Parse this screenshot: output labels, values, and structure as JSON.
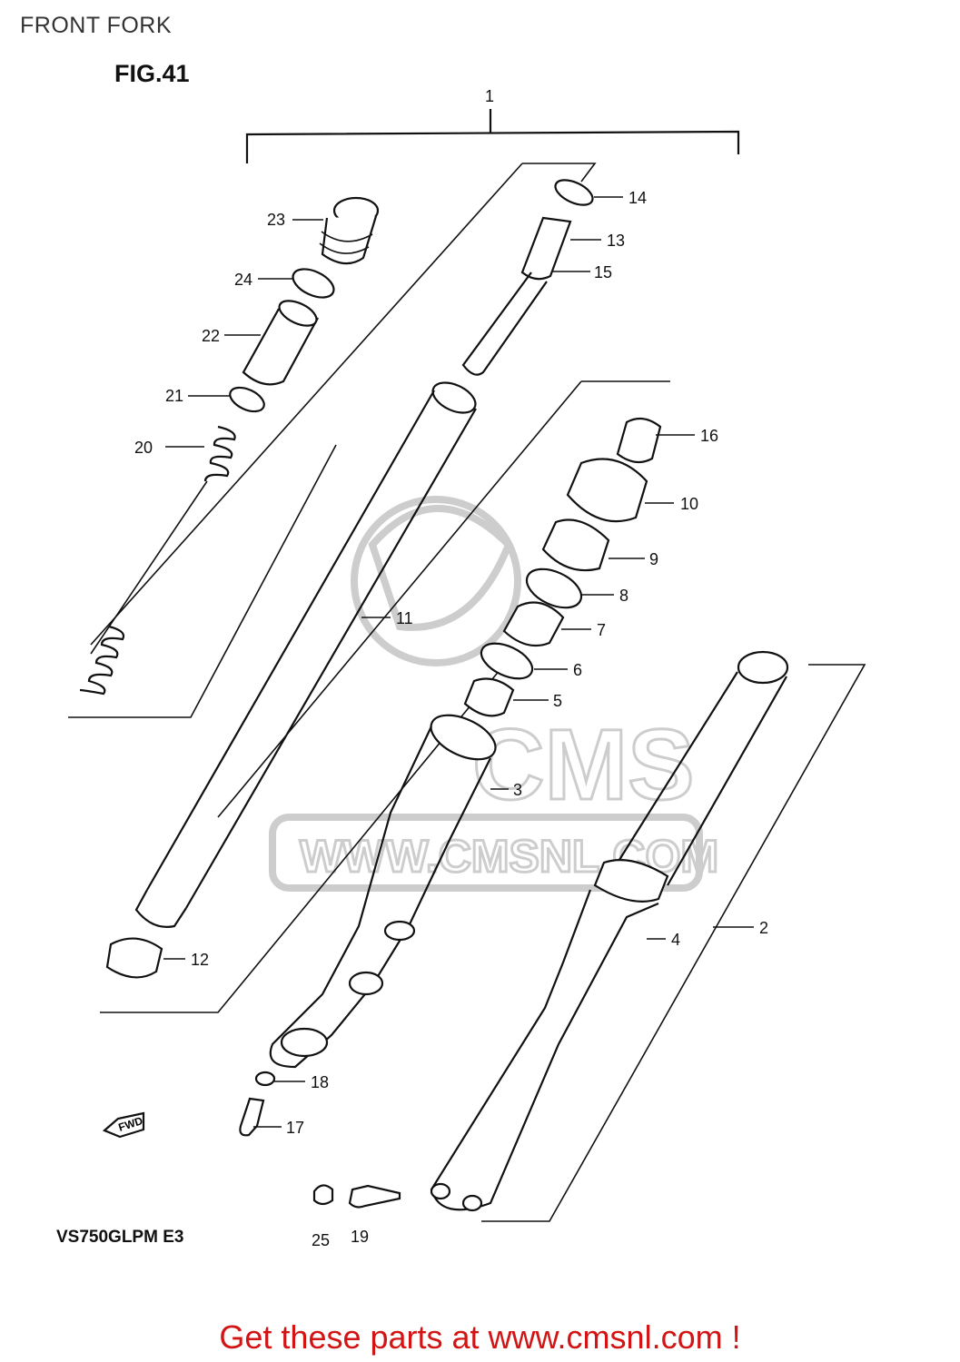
{
  "header": {
    "title": "FRONT FORK"
  },
  "figure": {
    "label": "FIG.41",
    "model": "VS750GLPM E3"
  },
  "callouts": [
    "1",
    "2",
    "3",
    "4",
    "5",
    "6",
    "7",
    "8",
    "9",
    "10",
    "11",
    "12",
    "13",
    "14",
    "15",
    "16",
    "17",
    "18",
    "19",
    "20",
    "21",
    "22",
    "23",
    "24",
    "25"
  ],
  "arrow": {
    "label": "FWD"
  },
  "watermark": {
    "site": "WWW.CMSNL.COM",
    "brand": "CMS"
  },
  "footer": {
    "cta": "Get these parts at www.cmsnl.com !"
  }
}
